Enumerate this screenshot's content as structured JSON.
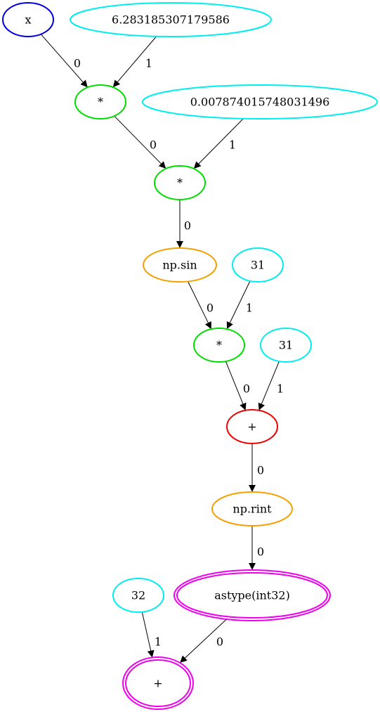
{
  "colors": {
    "input": "#0000dd",
    "constant": "#00eeee",
    "operator": "#00dd00",
    "function": "#f5a000",
    "add": "#ee0000",
    "output": "#ee00ee",
    "edge": "#000000"
  },
  "nodes": [
    {
      "id": "n_x",
      "label": "x",
      "kind": "input",
      "double": false
    },
    {
      "id": "n_c1",
      "label": "6.283185307179586",
      "kind": "constant",
      "double": false
    },
    {
      "id": "n_mul1",
      "label": "*",
      "kind": "operator",
      "double": false
    },
    {
      "id": "n_c2",
      "label": "0.007874015748031496",
      "kind": "constant",
      "double": false
    },
    {
      "id": "n_mul2",
      "label": "*",
      "kind": "operator",
      "double": false
    },
    {
      "id": "n_sin",
      "label": "np.sin",
      "kind": "function",
      "double": false
    },
    {
      "id": "n_c3",
      "label": "31",
      "kind": "constant",
      "double": false
    },
    {
      "id": "n_mul3",
      "label": "*",
      "kind": "operator",
      "double": false
    },
    {
      "id": "n_c4",
      "label": "31",
      "kind": "constant",
      "double": false
    },
    {
      "id": "n_add1",
      "label": "+",
      "kind": "add",
      "double": false
    },
    {
      "id": "n_rint",
      "label": "np.rint",
      "kind": "function",
      "double": false
    },
    {
      "id": "n_c5",
      "label": "32",
      "kind": "constant",
      "double": false
    },
    {
      "id": "n_astype",
      "label": "astype(int32)",
      "kind": "output",
      "double": true
    },
    {
      "id": "n_add2",
      "label": "+",
      "kind": "output",
      "double": true
    }
  ],
  "edges": [
    {
      "from": "n_x",
      "to": "n_mul1",
      "label": "0"
    },
    {
      "from": "n_c1",
      "to": "n_mul1",
      "label": "1"
    },
    {
      "from": "n_mul1",
      "to": "n_mul2",
      "label": "0"
    },
    {
      "from": "n_c2",
      "to": "n_mul2",
      "label": "1"
    },
    {
      "from": "n_mul2",
      "to": "n_sin",
      "label": "0"
    },
    {
      "from": "n_sin",
      "to": "n_mul3",
      "label": "0"
    },
    {
      "from": "n_c3",
      "to": "n_mul3",
      "label": "1"
    },
    {
      "from": "n_mul3",
      "to": "n_add1",
      "label": "0"
    },
    {
      "from": "n_c4",
      "to": "n_add1",
      "label": "1"
    },
    {
      "from": "n_add1",
      "to": "n_rint",
      "label": "0"
    },
    {
      "from": "n_rint",
      "to": "n_astype",
      "label": "0"
    },
    {
      "from": "n_c5",
      "to": "n_add2",
      "label": "1"
    },
    {
      "from": "n_astype",
      "to": "n_add2",
      "label": "0"
    }
  ]
}
